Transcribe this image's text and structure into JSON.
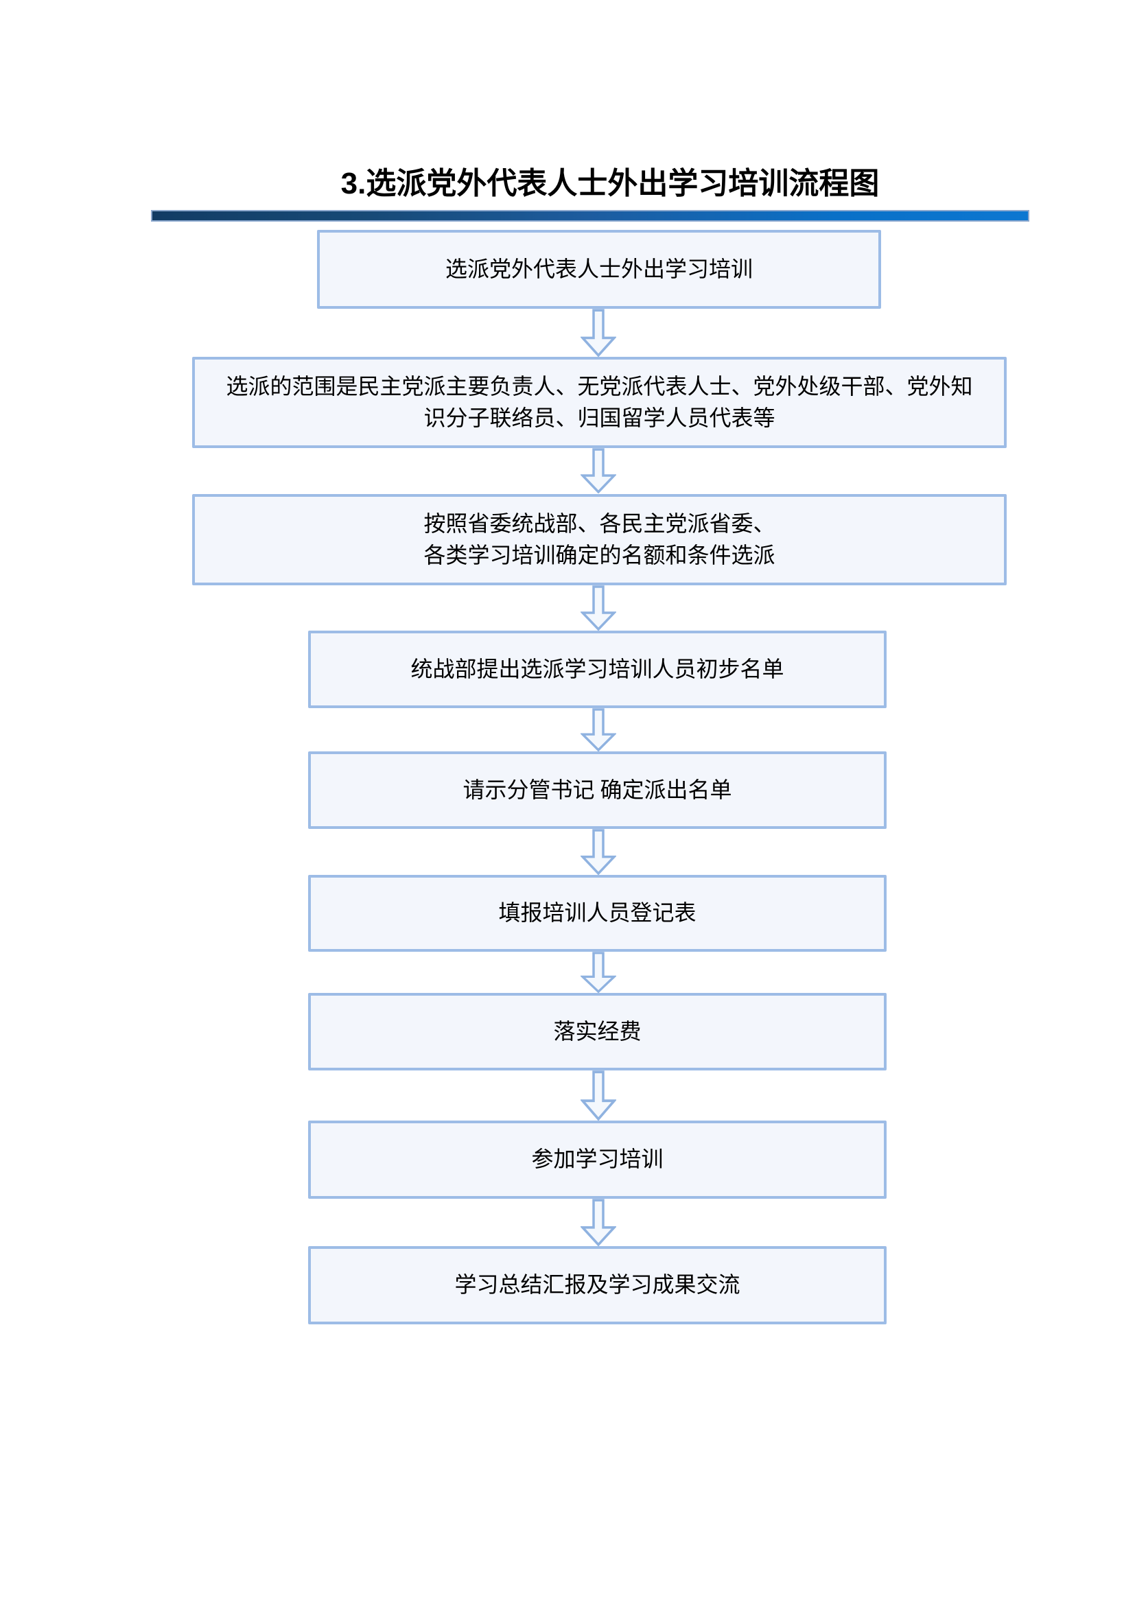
{
  "page": {
    "title": "3.选派党外代表人士外出学习培训流程图"
  },
  "colors": {
    "bar_gradient_left": "#123C64",
    "bar_gradient_right": "#0C77D1",
    "bar_border": "#8CA8CE",
    "box_fill": "#F3F6FC",
    "box_border": "#9DBCE6",
    "arrow_fill": "#F4F8FD",
    "arrow_border": "#8FB2E0",
    "text_color": "#000000"
  },
  "flowchart": {
    "connector_icon": "down-arrow-icon",
    "steps": [
      {
        "id": 1,
        "text": "选派党外代表人士外出学习培训"
      },
      {
        "id": 2,
        "text": "选派的范围是民主党派主要负责人、无党派代表人士、党外处级干部、党外知\n识分子联络员、归国留学人员代表等"
      },
      {
        "id": 3,
        "text": "按照省委统战部、各民主党派省委、\n各类学习培训确定的名额和条件选派"
      },
      {
        "id": 4,
        "text": "统战部提出选派学习培训人员初步名单"
      },
      {
        "id": 5,
        "text": "请示分管书记 确定派出名单"
      },
      {
        "id": 6,
        "text": "填报培训人员登记表"
      },
      {
        "id": 7,
        "text": "落实经费"
      },
      {
        "id": 8,
        "text": "参加学习培训"
      },
      {
        "id": 9,
        "text": "学习总结汇报及学习成果交流"
      }
    ]
  }
}
